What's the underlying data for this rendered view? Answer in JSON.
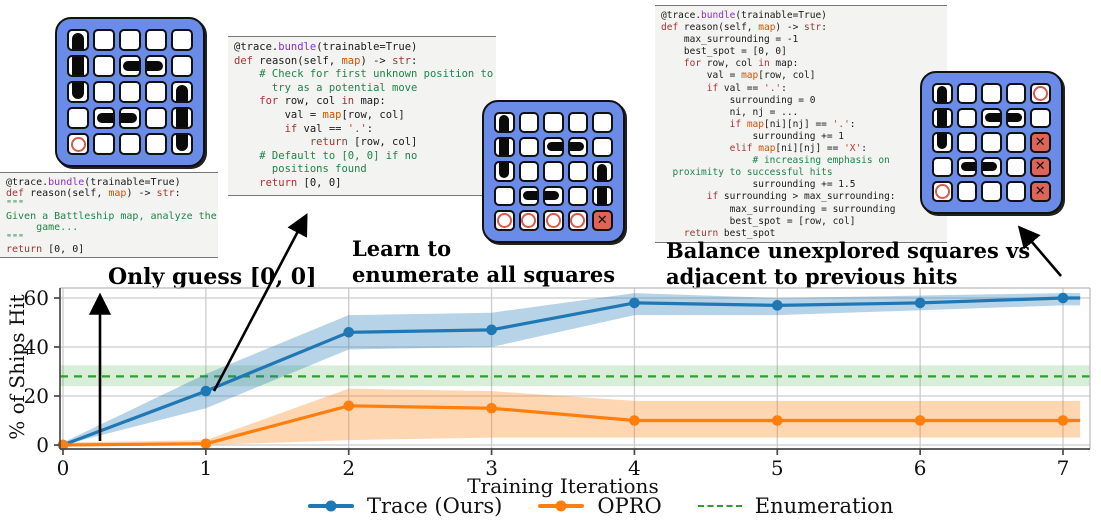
{
  "figure": {
    "annotations": {
      "only_guess": "Only guess [0, 0]",
      "learn_line1": "Learn to",
      "learn_line2": "enumerate all squares",
      "balance_line1": "Balance unexplored squares vs",
      "balance_line2": "adjacent to previous hits"
    }
  },
  "colors": {
    "trace_blue": "#1f77b4",
    "opro_orange": "#ff7f0e",
    "enumeration_green": "#2ca02c",
    "board_blue": "#6a8be8",
    "hit_red": "#dd6456",
    "miss_ring": "#d9594c"
  },
  "boards": {
    "initial": {
      "rows": [
        [
          "T",
          ".",
          ".",
          ".",
          "."
        ],
        [
          "M",
          ".",
          "L",
          "R",
          "."
        ],
        [
          "B",
          ".",
          ".",
          ".",
          "T"
        ],
        [
          ".",
          "L",
          "R",
          ".",
          "M"
        ],
        [
          "o",
          ".",
          ".",
          ".",
          "B"
        ]
      ]
    },
    "middle": {
      "rows": [
        [
          "T",
          ".",
          ".",
          ".",
          "."
        ],
        [
          "M",
          ".",
          "L",
          "R",
          "."
        ],
        [
          "B",
          ".",
          ".",
          ".",
          "T"
        ],
        [
          ".",
          "L",
          "R",
          ".",
          "M"
        ],
        [
          "o",
          "o",
          "o",
          "o",
          "X"
        ]
      ]
    },
    "final": {
      "rows": [
        [
          "T",
          ".",
          ".",
          ".",
          "o"
        ],
        [
          "M",
          ".",
          "L",
          "R",
          "."
        ],
        [
          "B",
          ".",
          ".",
          ".",
          "X"
        ],
        [
          ".",
          "L",
          "R",
          ".",
          "X"
        ],
        [
          "o",
          ".",
          ".",
          ".",
          "X"
        ]
      ]
    }
  },
  "code_blocks": {
    "initial": {
      "lines": [
        [
          [
            "p",
            "@trace."
          ],
          [
            "d",
            "bundle"
          ],
          [
            "p",
            "(trainable=True)"
          ]
        ],
        [
          [
            "k",
            "def "
          ],
          [
            "p",
            "reason(self, "
          ],
          [
            "m",
            "map"
          ],
          [
            "p",
            ") -> "
          ],
          [
            "k",
            "str"
          ],
          [
            "p",
            ":"
          ]
        ],
        [
          [
            "c",
            "\"\"\""
          ]
        ],
        [
          [
            "c",
            "Given a Battleship map, analyze the"
          ]
        ],
        [
          [
            "c",
            "     game..."
          ]
        ],
        [
          [
            "c",
            "\"\"\""
          ]
        ],
        [
          [
            "k",
            "return"
          ],
          [
            "p",
            " [0, 0]"
          ]
        ]
      ]
    },
    "middle": {
      "lines": [
        [
          [
            "p",
            "@trace."
          ],
          [
            "d",
            "bundle"
          ],
          [
            "p",
            "(trainable=True)"
          ]
        ],
        [
          [
            "k",
            "def "
          ],
          [
            "p",
            "reason(self, "
          ],
          [
            "m",
            "map"
          ],
          [
            "p",
            ") -> "
          ],
          [
            "k",
            "str"
          ],
          [
            "p",
            ":"
          ]
        ],
        [
          [
            "c",
            "    # Check for first unknown position to"
          ]
        ],
        [
          [
            "c",
            "      try as a potential move"
          ]
        ],
        [
          [
            "k",
            "    for"
          ],
          [
            "p",
            " row, col "
          ],
          [
            "k",
            "in"
          ],
          [
            "p",
            " map:"
          ]
        ],
        [
          [
            "p",
            "        val = "
          ],
          [
            "m",
            "map"
          ],
          [
            "p",
            "[row, col]"
          ]
        ],
        [
          [
            "k",
            "        if"
          ],
          [
            "p",
            " val == "
          ],
          [
            "s",
            "'.'"
          ],
          [
            "p",
            ":"
          ]
        ],
        [
          [
            "k",
            "            return"
          ],
          [
            "p",
            " [row, col]"
          ]
        ],
        [
          [
            "c",
            "    # Default to [0, 0] if no"
          ]
        ],
        [
          [
            "c",
            "      positions found"
          ]
        ],
        [
          [
            "k",
            "    return"
          ],
          [
            "p",
            " [0, 0]"
          ]
        ]
      ]
    },
    "final": {
      "lines": [
        [
          [
            "p",
            "@trace."
          ],
          [
            "d",
            "bundle"
          ],
          [
            "p",
            "(trainable=True)"
          ]
        ],
        [
          [
            "k",
            "def "
          ],
          [
            "p",
            "reason(self, "
          ],
          [
            "m",
            "map"
          ],
          [
            "p",
            ") -> "
          ],
          [
            "k",
            "str"
          ],
          [
            "p",
            ":"
          ]
        ],
        [
          [
            "p",
            "    max_surrounding = -1"
          ]
        ],
        [
          [
            "p",
            "    best_spot = [0, 0]"
          ]
        ],
        [
          [
            "k",
            "    for"
          ],
          [
            "p",
            " row, col "
          ],
          [
            "k",
            "in"
          ],
          [
            "p",
            " map:"
          ]
        ],
        [
          [
            "p",
            "        val = "
          ],
          [
            "m",
            "map"
          ],
          [
            "p",
            "[row, col]"
          ]
        ],
        [
          [
            "k",
            "        if"
          ],
          [
            "p",
            " val == "
          ],
          [
            "s",
            "'.'"
          ],
          [
            "p",
            ":"
          ]
        ],
        [
          [
            "p",
            "            surrounding = 0"
          ]
        ],
        [
          [
            "p",
            "            ni, nj = ..."
          ]
        ],
        [
          [
            "k",
            "            if"
          ],
          [
            "p",
            " "
          ],
          [
            "m",
            "map"
          ],
          [
            "p",
            "[ni][nj] == "
          ],
          [
            "s",
            "'.'"
          ],
          [
            "p",
            ":"
          ]
        ],
        [
          [
            "p",
            "                surrounding += 1"
          ]
        ],
        [
          [
            "k",
            "            elif"
          ],
          [
            "p",
            " "
          ],
          [
            "m",
            "map"
          ],
          [
            "p",
            "[ni][nj] == "
          ],
          [
            "s",
            "'X'"
          ],
          [
            "p",
            ":"
          ]
        ],
        [
          [
            "c",
            "                # increasing emphasis on"
          ]
        ],
        [
          [
            "c",
            "  proximity to successful hits"
          ]
        ],
        [
          [
            "p",
            "                surrounding += 1.5"
          ]
        ],
        [
          [
            "k",
            "        if"
          ],
          [
            "p",
            " surrounding > max_surrounding:"
          ]
        ],
        [
          [
            "p",
            "            max_surrounding = surrounding"
          ]
        ],
        [
          [
            "p",
            "            best_spot = [row, col]"
          ]
        ],
        [
          [
            "k",
            "    return"
          ],
          [
            "p",
            " best_spot"
          ]
        ]
      ]
    }
  },
  "chart_data": {
    "type": "line",
    "title": "",
    "xlabel": "Training Iterations",
    "ylabel": "% of Ships Hit",
    "x": [
      0,
      1,
      2,
      3,
      4,
      5,
      6,
      7
    ],
    "x_ticks": [
      "0",
      "1",
      "2",
      "3",
      "4",
      "5",
      "6",
      "7"
    ],
    "y_ticks": [
      0,
      20,
      40,
      60
    ],
    "xlim": [
      0,
      7.2
    ],
    "ylim": [
      -2,
      64
    ],
    "grid": true,
    "legend_position": "bottom",
    "series": [
      {
        "name": "Trace (Ours)",
        "color": "#1f77b4",
        "style": "solid-marker",
        "values": [
          0,
          22,
          46,
          47,
          58,
          57,
          58,
          60
        ],
        "band_upper": [
          1,
          29,
          53,
          54,
          62,
          60,
          61,
          62
        ],
        "band_lower": [
          0,
          15,
          39,
          40,
          53,
          53,
          55,
          57
        ]
      },
      {
        "name": "OPRO",
        "color": "#ff7f0e",
        "style": "solid-marker",
        "values": [
          0,
          0.5,
          16,
          15,
          10,
          10,
          10,
          10
        ],
        "band_upper": [
          1,
          2,
          23,
          22,
          18,
          18,
          18,
          18
        ],
        "band_lower": [
          0,
          0,
          2,
          3,
          3,
          3,
          3,
          3
        ]
      },
      {
        "name": "Enumeration",
        "color": "#2ca02c",
        "style": "dashed",
        "constant": 28,
        "band_upper": 32.5,
        "band_lower": 24
      }
    ]
  }
}
